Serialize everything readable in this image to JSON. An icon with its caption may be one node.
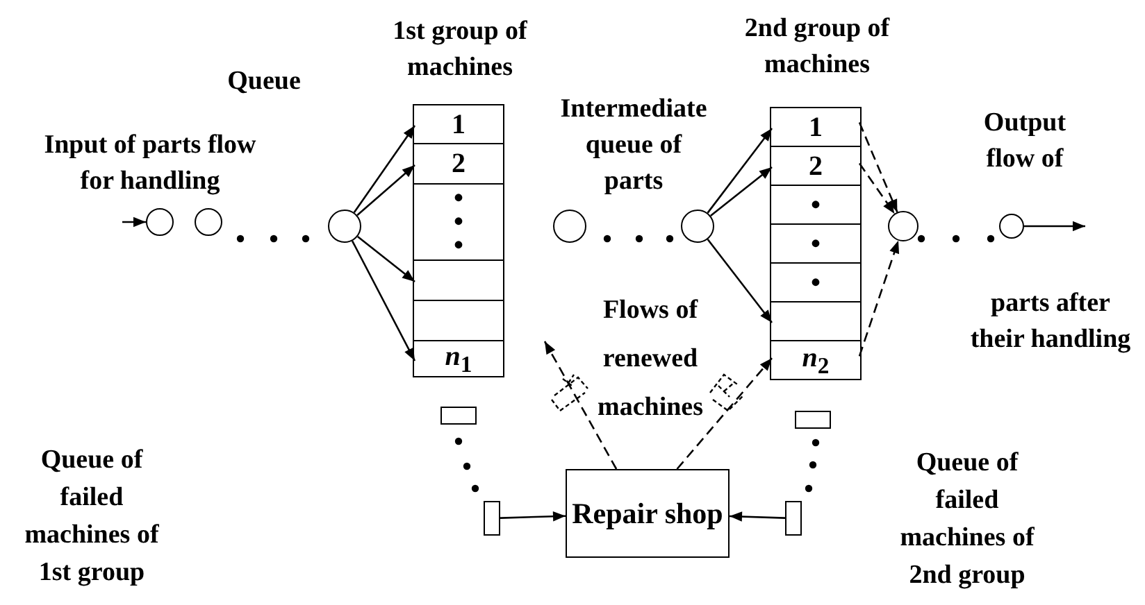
{
  "diagram": {
    "nodes": [
      {
        "text": [],
        "shape": "circle"
      },
      {
        "text": [],
        "shape": "circle"
      },
      {
        "text": [],
        "shape": "circle"
      },
      {
        "text": [
          "1st group of machines"
        ]
      },
      {
        "text": [
          "1"
        ],
        "in": 3
      },
      {
        "text": [
          "2"
        ],
        "in": 3
      },
      {
        "text": [
          "• • •"
        ],
        "in": 3
      },
      {
        "text": [],
        "shape": "box",
        "in": 3
      },
      {
        "text": [],
        "shape": "box",
        "in": 3
      },
      {
        "text": [
          "*n*$_{1}$"
        ],
        "in": 3
      },
      {
        "text": [],
        "shape": "circle"
      },
      {
        "text": [],
        "shape": "circle"
      },
      {
        "text": [
          "2nd group of machines"
        ]
      },
      {
        "text": [
          "1"
        ],
        "in": 12
      },
      {
        "text": [
          "2"
        ],
        "in": 12
      },
      {
        "text": [
          "•"
        ],
        "in": 12
      },
      {
        "text": [
          "•"
        ],
        "in": 12
      },
      {
        "text": [
          "•"
        ],
        "in": 12
      },
      {
        "text": [],
        "shape": "box",
        "in": 12
      },
      {
        "text": [
          "*n*$_{2}$"
        ],
        "in": 12
      },
      {
        "text": [],
        "shape": "circle"
      },
      {
        "text": [],
        "shape": "circle"
      },
      {
        "text": [
          "Repair shop"
        ]
      },
      {
        "text": [],
        "shape": "box"
      },
      {
        "text": [],
        "shape": "box"
      },
      {
        "text": [],
        "shape": "box"
      },
      {
        "text": [],
        "shape": "box"
      }
    ],
    "edges": [
      {
        "from": null,
        "to": 0,
        "arrow": "to"
      },
      {
        "from": 2,
        "to": 4,
        "arrow": "to"
      },
      {
        "from": 2,
        "to": 5,
        "arrow": "to"
      },
      {
        "from": 2,
        "to": 7,
        "arrow": "to"
      },
      {
        "from": 2,
        "to": 9,
        "arrow": "to"
      },
      {
        "from": 11,
        "to": 13,
        "arrow": "to"
      },
      {
        "from": 11,
        "to": 14,
        "arrow": "to"
      },
      {
        "from": 11,
        "to": 18,
        "arrow": "to"
      },
      {
        "from": 13,
        "to": 20,
        "arrow": "to",
        "style": "dashed"
      },
      {
        "from": 14,
        "to": 20,
        "arrow": "to",
        "style": "dashed"
      },
      {
        "from": 19,
        "to": 20,
        "arrow": "to",
        "style": "dashed"
      },
      {
        "from": 21,
        "to": null,
        "arrow": "to"
      },
      {
        "from": 24,
        "to": 22,
        "arrow": "to"
      },
      {
        "from": 26,
        "to": 22,
        "arrow": "to"
      },
      {
        "from": 22,
        "to": 19,
        "arrow": "to",
        "style": "dashed"
      },
      {
        "from": 22,
        "to": null,
        "arrow": "to",
        "style": "dashed"
      }
    ],
    "labels": [
      "Queue",
      "Input of parts flow for handling",
      "Intermediate queue of parts",
      "Output flow of",
      "parts after their handling",
      "Flows of renewed machines",
      "Queue of failed machines of 1st group",
      "Queue of failed machines of 2nd group"
    ]
  }
}
